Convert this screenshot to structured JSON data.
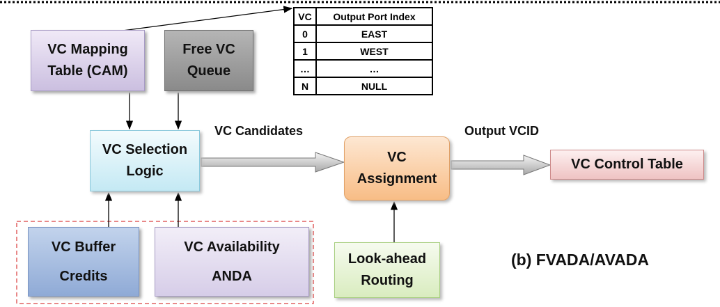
{
  "caption": "(b) FVADA/AVADA",
  "boxes": {
    "vc_mapping": [
      "VC Mapping",
      "Table (CAM)"
    ],
    "free_vc": [
      "Free VC",
      "Queue"
    ],
    "vc_selection": [
      "VC Selection",
      "Logic"
    ],
    "vc_assignment": [
      "VC",
      "Assignment"
    ],
    "vc_control_table": "VC Control Table",
    "vc_buffer": [
      "VC Buffer",
      "Credits"
    ],
    "vc_availability": [
      "VC Availability",
      "ANDA"
    ],
    "lookahead": [
      "Look-ahead",
      "Routing"
    ]
  },
  "labels": {
    "vc_candidates": "VC Candidates",
    "output_vcid": "Output VCID"
  },
  "port_table": {
    "headers": [
      "VC",
      "Output Port Index"
    ],
    "rows": [
      [
        "0",
        "EAST"
      ],
      [
        "1",
        "WEST"
      ],
      [
        "…",
        "…"
      ],
      [
        "N",
        "NULL"
      ]
    ]
  },
  "colors": {
    "vc_mapping": "#cbbfe0",
    "free_vc": "#8a8a8a",
    "vc_selection": "#c4e9f4",
    "vc_assignment": "#f8bd86",
    "vc_control_table": "#efc3c3",
    "vc_buffer": "#8faad6",
    "vc_availability": "#d6cde8",
    "lookahead": "#d9ecbf",
    "dashed_border": "#e06060"
  }
}
